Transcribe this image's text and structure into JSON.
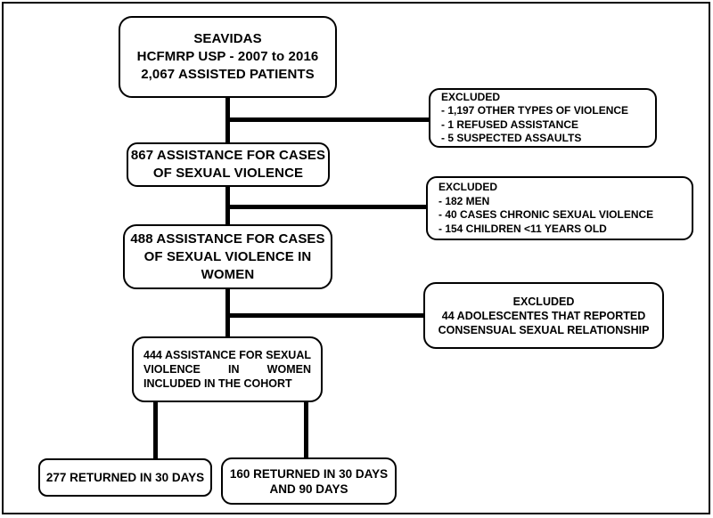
{
  "diagram": {
    "kind": "study-cohort-flowchart",
    "colors": {
      "line": "#000000",
      "background": "#ffffff",
      "text": "#000000"
    },
    "nodes": {
      "patients": {
        "text": "SEAVIDAS\nHCFMRP USP - 2007 to 2016\n2,067 ASSISTED PATIENTS"
      },
      "excluded_initial": {
        "text": "EXCLUDED\n- 1,197 OTHER TYPES OF VIOLENCE\n- 1 REFUSED ASSISTANCE\n- 5 SUSPECTED ASSAULTS"
      },
      "sexual_violence": {
        "text": "867 ASSISTANCE FOR CASES\nOF SEXUAL VIOLENCE"
      },
      "excluded_demographic": {
        "text": "EXCLUDED\n- 182 MEN\n- 40 CASES CHRONIC SEXUAL VIOLENCE\n- 154 CHILDREN <11 YEARS OLD"
      },
      "women": {
        "text": "488 ASSISTANCE FOR CASES\nOF SEXUAL VIOLENCE IN\nWOMEN"
      },
      "excluded_consensual": {
        "text": "EXCLUDED\n44 ADOLESCENTES THAT REPORTED\nCONSENSUAL SEXUAL RELATIONSHIP"
      },
      "cohort": {
        "lines": [
          "444 ASSISTANCE FOR SEXUAL",
          "VIOLENCE IN WOMEN",
          "INCLUDED IN THE COHORT"
        ]
      },
      "returned_30": {
        "text": "277 RETURNED IN 30 DAYS"
      },
      "returned_30_90": {
        "text": "160 RETURNED IN 30 DAYS\nAND 90 DAYS"
      }
    }
  }
}
